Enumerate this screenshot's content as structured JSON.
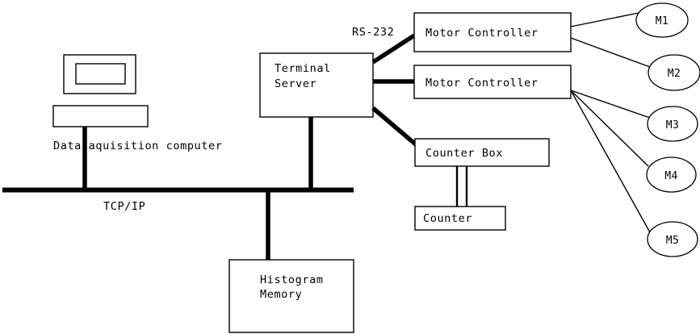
{
  "diagram": {
    "title": "Data acquisition system block diagram",
    "background_color": "#ffffff",
    "line_color": "#000000",
    "nodes": {
      "data_acquisition_computer": {
        "label": "Data aquisition computer",
        "shape": "computer-monitor-and-base"
      },
      "terminal_server": {
        "label_line1": "Terminal",
        "label_line2": "Server",
        "shape": "rectangle"
      },
      "motor_controller_1": {
        "label": "Motor Controller",
        "shape": "rectangle"
      },
      "motor_controller_2": {
        "label": "Motor Controller",
        "shape": "rectangle"
      },
      "counter_box": {
        "label": "Counter Box",
        "shape": "rectangle"
      },
      "counter": {
        "label": "Counter",
        "shape": "rectangle"
      },
      "histogram_memory": {
        "label_line1": "Histogram",
        "label_line2": "Memory",
        "shape": "rectangle"
      },
      "motor_1": {
        "label": "M1",
        "shape": "ellipse"
      },
      "motor_2": {
        "label": "M2",
        "shape": "ellipse"
      },
      "motor_3": {
        "label": "M3",
        "shape": "ellipse"
      },
      "motor_4": {
        "label": "M4",
        "shape": "ellipse"
      },
      "motor_5": {
        "label": "M5",
        "shape": "ellipse"
      }
    },
    "link_labels": {
      "network_bus": "TCP/IP",
      "serial_link": "RS-232"
    },
    "connections": [
      {
        "from": "data_acquisition_computer",
        "to": "network_bus",
        "style": "thick"
      },
      {
        "from": "terminal_server",
        "to": "network_bus",
        "style": "thick"
      },
      {
        "from": "histogram_memory",
        "to": "network_bus",
        "style": "thick"
      },
      {
        "from": "terminal_server",
        "to": "motor_controller_1",
        "style": "thick",
        "label": "RS-232"
      },
      {
        "from": "terminal_server",
        "to": "motor_controller_2",
        "style": "thick"
      },
      {
        "from": "terminal_server",
        "to": "counter_box",
        "style": "thick"
      },
      {
        "from": "motor_controller_1",
        "to": "motor_1",
        "style": "thin"
      },
      {
        "from": "motor_controller_1",
        "to": "motor_2",
        "style": "thin"
      },
      {
        "from": "motor_controller_2",
        "to": "motor_3",
        "style": "thin"
      },
      {
        "from": "motor_controller_2",
        "to": "motor_4",
        "style": "thin"
      },
      {
        "from": "motor_controller_2",
        "to": "motor_5",
        "style": "thin"
      },
      {
        "from": "counter_box",
        "to": "counter",
        "style": "twin"
      }
    ]
  }
}
